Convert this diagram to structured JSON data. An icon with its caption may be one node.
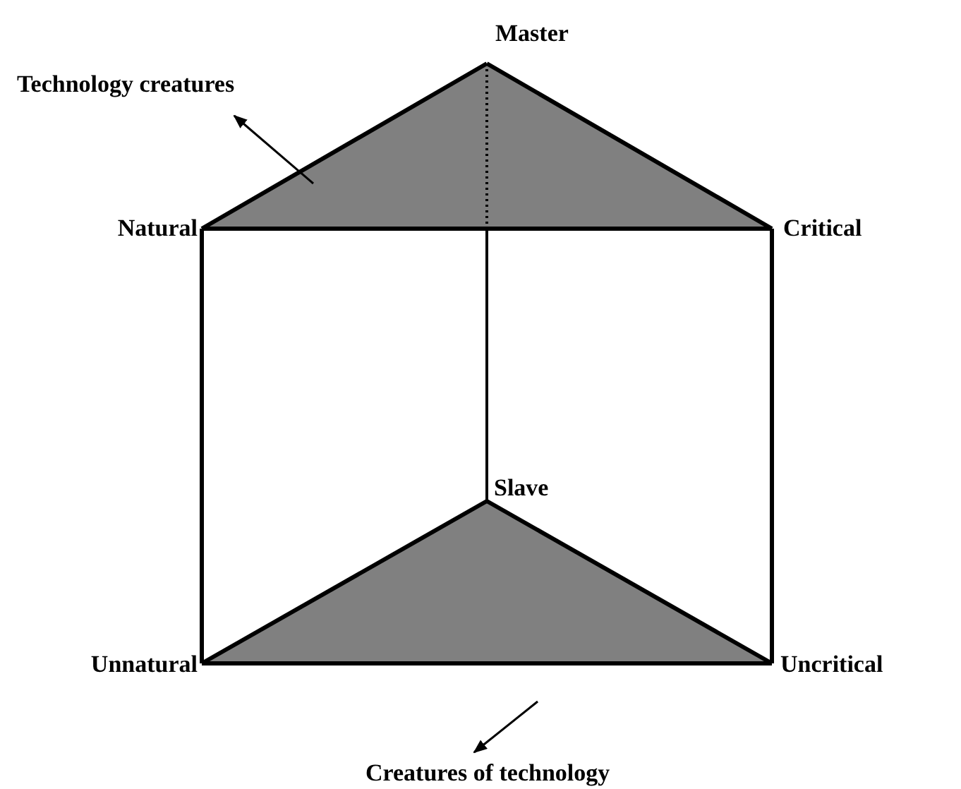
{
  "diagram": {
    "nodes": [
      {
        "text": [
          "Master"
        ]
      },
      {
        "text": [
          "Technology creatures"
        ]
      },
      {
        "text": [
          "Natural"
        ]
      },
      {
        "text": [
          "Critical"
        ]
      },
      {
        "text": [
          "Slave"
        ]
      },
      {
        "text": [
          "Unnatural"
        ]
      },
      {
        "text": [
          "Uncritical"
        ]
      },
      {
        "text": [
          "Creatures of technology"
        ]
      }
    ],
    "edges": [
      {
        "from": 0,
        "to": 2,
        "arrow": "none"
      },
      {
        "from": 0,
        "to": 3,
        "arrow": "none"
      },
      {
        "from": 2,
        "to": 3,
        "arrow": "none"
      },
      {
        "from": 0,
        "to": 4,
        "arrow": "none",
        "style": "dashed"
      },
      {
        "from": 2,
        "to": 5,
        "arrow": "none"
      },
      {
        "from": 3,
        "to": 6,
        "arrow": "none"
      },
      {
        "from": 5,
        "to": 4,
        "arrow": "none"
      },
      {
        "from": 4,
        "to": 6,
        "arrow": "none"
      },
      {
        "from": 5,
        "to": 6,
        "arrow": "none"
      },
      {
        "from": null,
        "to": 1,
        "arrow": "to"
      },
      {
        "from": null,
        "to": 7,
        "arrow": "to"
      }
    ]
  }
}
